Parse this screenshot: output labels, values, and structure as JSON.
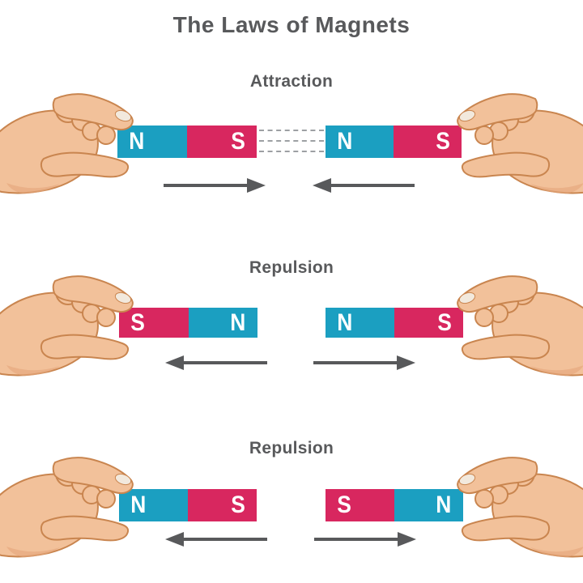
{
  "title": "The Laws of Magnets",
  "sections": [
    {
      "heading": "Attraction",
      "left_magnet": {
        "left_pole": "N",
        "right_pole": "S"
      },
      "right_magnet": {
        "left_pole": "N",
        "right_pole": "S"
      },
      "gap_field_lines": true,
      "arrows": {
        "left": "right",
        "right": "left"
      }
    },
    {
      "heading": "Repulsion",
      "left_magnet": {
        "left_pole": "S",
        "right_pole": "N"
      },
      "right_magnet": {
        "left_pole": "N",
        "right_pole": "S"
      },
      "gap_field_lines": false,
      "arrows": {
        "left": "left",
        "right": "right"
      }
    },
    {
      "heading": "Repulsion",
      "left_magnet": {
        "left_pole": "N",
        "right_pole": "S"
      },
      "right_magnet": {
        "left_pole": "S",
        "right_pole": "N"
      },
      "gap_field_lines": false,
      "arrows": {
        "left": "left",
        "right": "right"
      }
    }
  ],
  "colors": {
    "north_pole": "#1B9FC1",
    "south_pole": "#D8275F",
    "pole_letter": "#FFFFFF",
    "arrow": "#58595B",
    "heading_text": "#58595B",
    "dashed_line": "#9DA0A3",
    "skin": "#F2C19A",
    "skin_shadow": "#E5A87C",
    "skin_outline": "#C9854F",
    "fingernail": "#F2E9DD",
    "background": "#FFFFFF"
  }
}
